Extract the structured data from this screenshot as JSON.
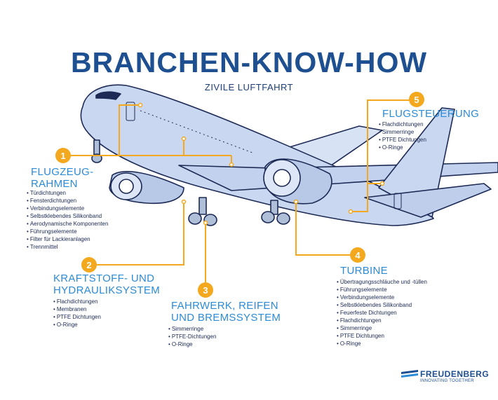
{
  "title": "BRANCHEN-KNOW-HOW",
  "subtitle": "ZIVILE LUFTFAHRT",
  "colors": {
    "title": "#1d4f91",
    "section": "#2c8bd6",
    "accent": "#f3a81e",
    "plane": "#c9d7f0",
    "outline": "#1c2a55"
  },
  "sections": [
    {
      "number": "1",
      "title_lines": [
        "FLUGZEUG-",
        "RAHMEN"
      ],
      "items": [
        "Türdichtungen",
        "Fensterdichtungen",
        "Verbindungselemente",
        "Selbstklebendes Silikonband",
        "Aerodynamische Komponenten",
        "Führungselemente",
        "Filter für Lackieranlagen",
        "Trennmittel"
      ]
    },
    {
      "number": "2",
      "title_lines": [
        "KRAFTSTOFF- UND",
        "HYDRAULIKSYSTEM"
      ],
      "items": [
        "Flachdichtungen",
        "Membranen",
        "PTFE Dichtungen",
        "O-Ringe"
      ]
    },
    {
      "number": "3",
      "title_lines": [
        "FAHRWERK, REIFEN",
        "UND BREMSSYSTEM"
      ],
      "items": [
        "Simmerringe",
        "PTFE-Dichtungen",
        "O-Ringe"
      ]
    },
    {
      "number": "4",
      "title_lines": [
        "TURBINE"
      ],
      "items": [
        "Übertragungsschläuche und -tüllen",
        "Führungselemente",
        "Verbindungselemente",
        "Selbstklebendes Silikonband",
        "Feuerfeste Dichtungen",
        "Flachdichtungen",
        "Simmerringe",
        "PTFE Dichtungen",
        "O-Ringe"
      ]
    },
    {
      "number": "5",
      "title_lines": [
        "FLUGSTEUERUNG"
      ],
      "items": [
        "Flachdichtungen",
        "Simmerringe",
        "PTFE Dichtungen",
        "O-Ringe"
      ]
    }
  ],
  "logo": {
    "name": "FREUDENBERG",
    "tagline": "INNOVATING TOGETHER"
  }
}
